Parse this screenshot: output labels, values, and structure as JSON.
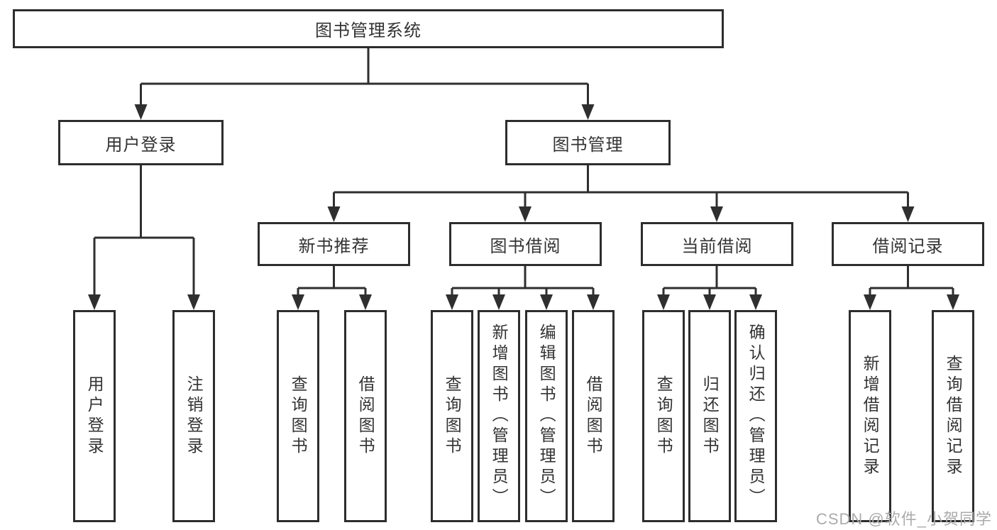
{
  "tree": {
    "label": "图书管理系统",
    "children": [
      {
        "label": "用户登录",
        "children": [
          {
            "label": "用户登录"
          },
          {
            "label": "注销登录"
          }
        ]
      },
      {
        "label": "图书管理",
        "children": [
          {
            "label": "新书推荐",
            "children": [
              {
                "label": "查询图书"
              },
              {
                "label": "借阅图书"
              }
            ]
          },
          {
            "label": "图书借阅",
            "children": [
              {
                "label": "查询图书"
              },
              {
                "label": "新增图书（管理员）"
              },
              {
                "label": "编辑图书（管理员）"
              },
              {
                "label": "借阅图书"
              }
            ]
          },
          {
            "label": "当前借阅",
            "children": [
              {
                "label": "查询图书"
              },
              {
                "label": "归还图书"
              },
              {
                "label": "确认归还（管理员）"
              }
            ]
          },
          {
            "label": "借阅记录",
            "children": [
              {
                "label": "新增借阅记录"
              },
              {
                "label": "查询借阅记录"
              }
            ]
          }
        ]
      }
    ]
  },
  "watermark": "CSDN @软件_小贺同学",
  "colors": {
    "line": "#2f2f2f",
    "box_border": "#2d2d2d",
    "text": "#333333",
    "watermark": "#ababab",
    "background": "#ffffff"
  }
}
